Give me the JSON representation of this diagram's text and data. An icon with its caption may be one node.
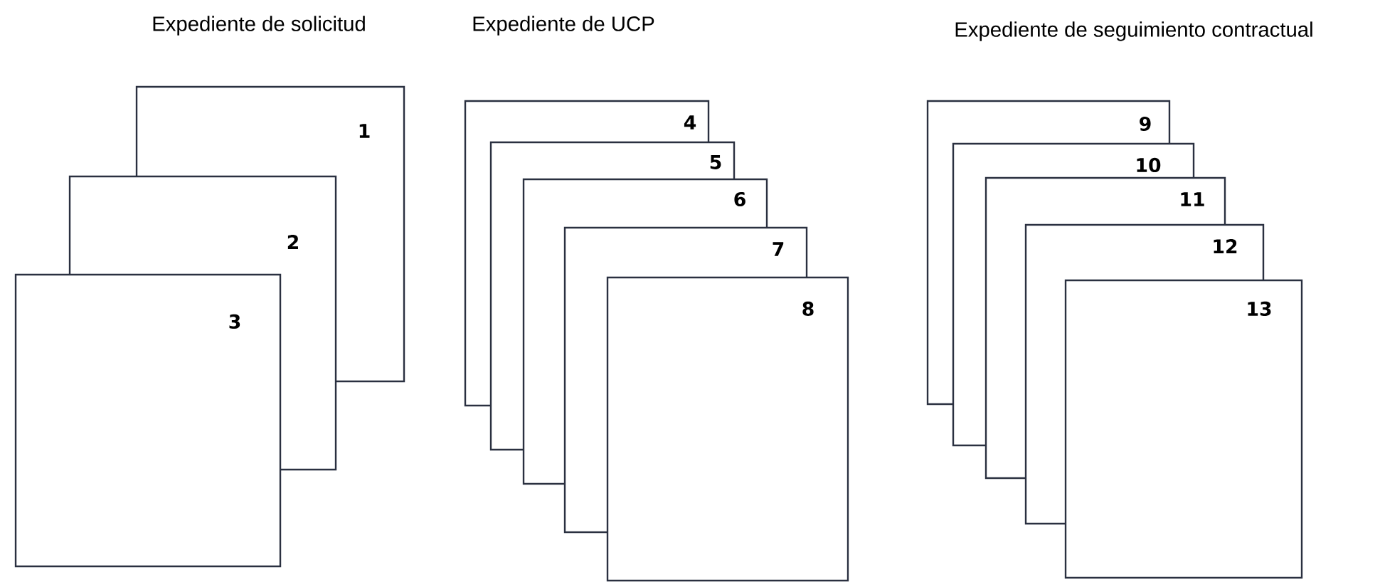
{
  "diagram": {
    "nodes": [
      {
        "text": [
          "1"
        ]
      },
      {
        "text": [
          "2"
        ]
      },
      {
        "text": [
          "3"
        ]
      },
      {
        "text": [
          "4"
        ]
      },
      {
        "text": [
          "5"
        ]
      },
      {
        "text": [
          "6"
        ]
      },
      {
        "text": [
          "7"
        ]
      },
      {
        "text": [
          "8"
        ]
      },
      {
        "text": [
          "9"
        ]
      },
      {
        "text": [
          "10"
        ]
      },
      {
        "text": [
          "11"
        ]
      },
      {
        "text": [
          "12"
        ]
      },
      {
        "text": [
          "13"
        ]
      }
    ],
    "labels": [
      "Expediente de solicitud",
      "Expediente de UCP",
      "Expediente de seguimiento contractual"
    ]
  }
}
